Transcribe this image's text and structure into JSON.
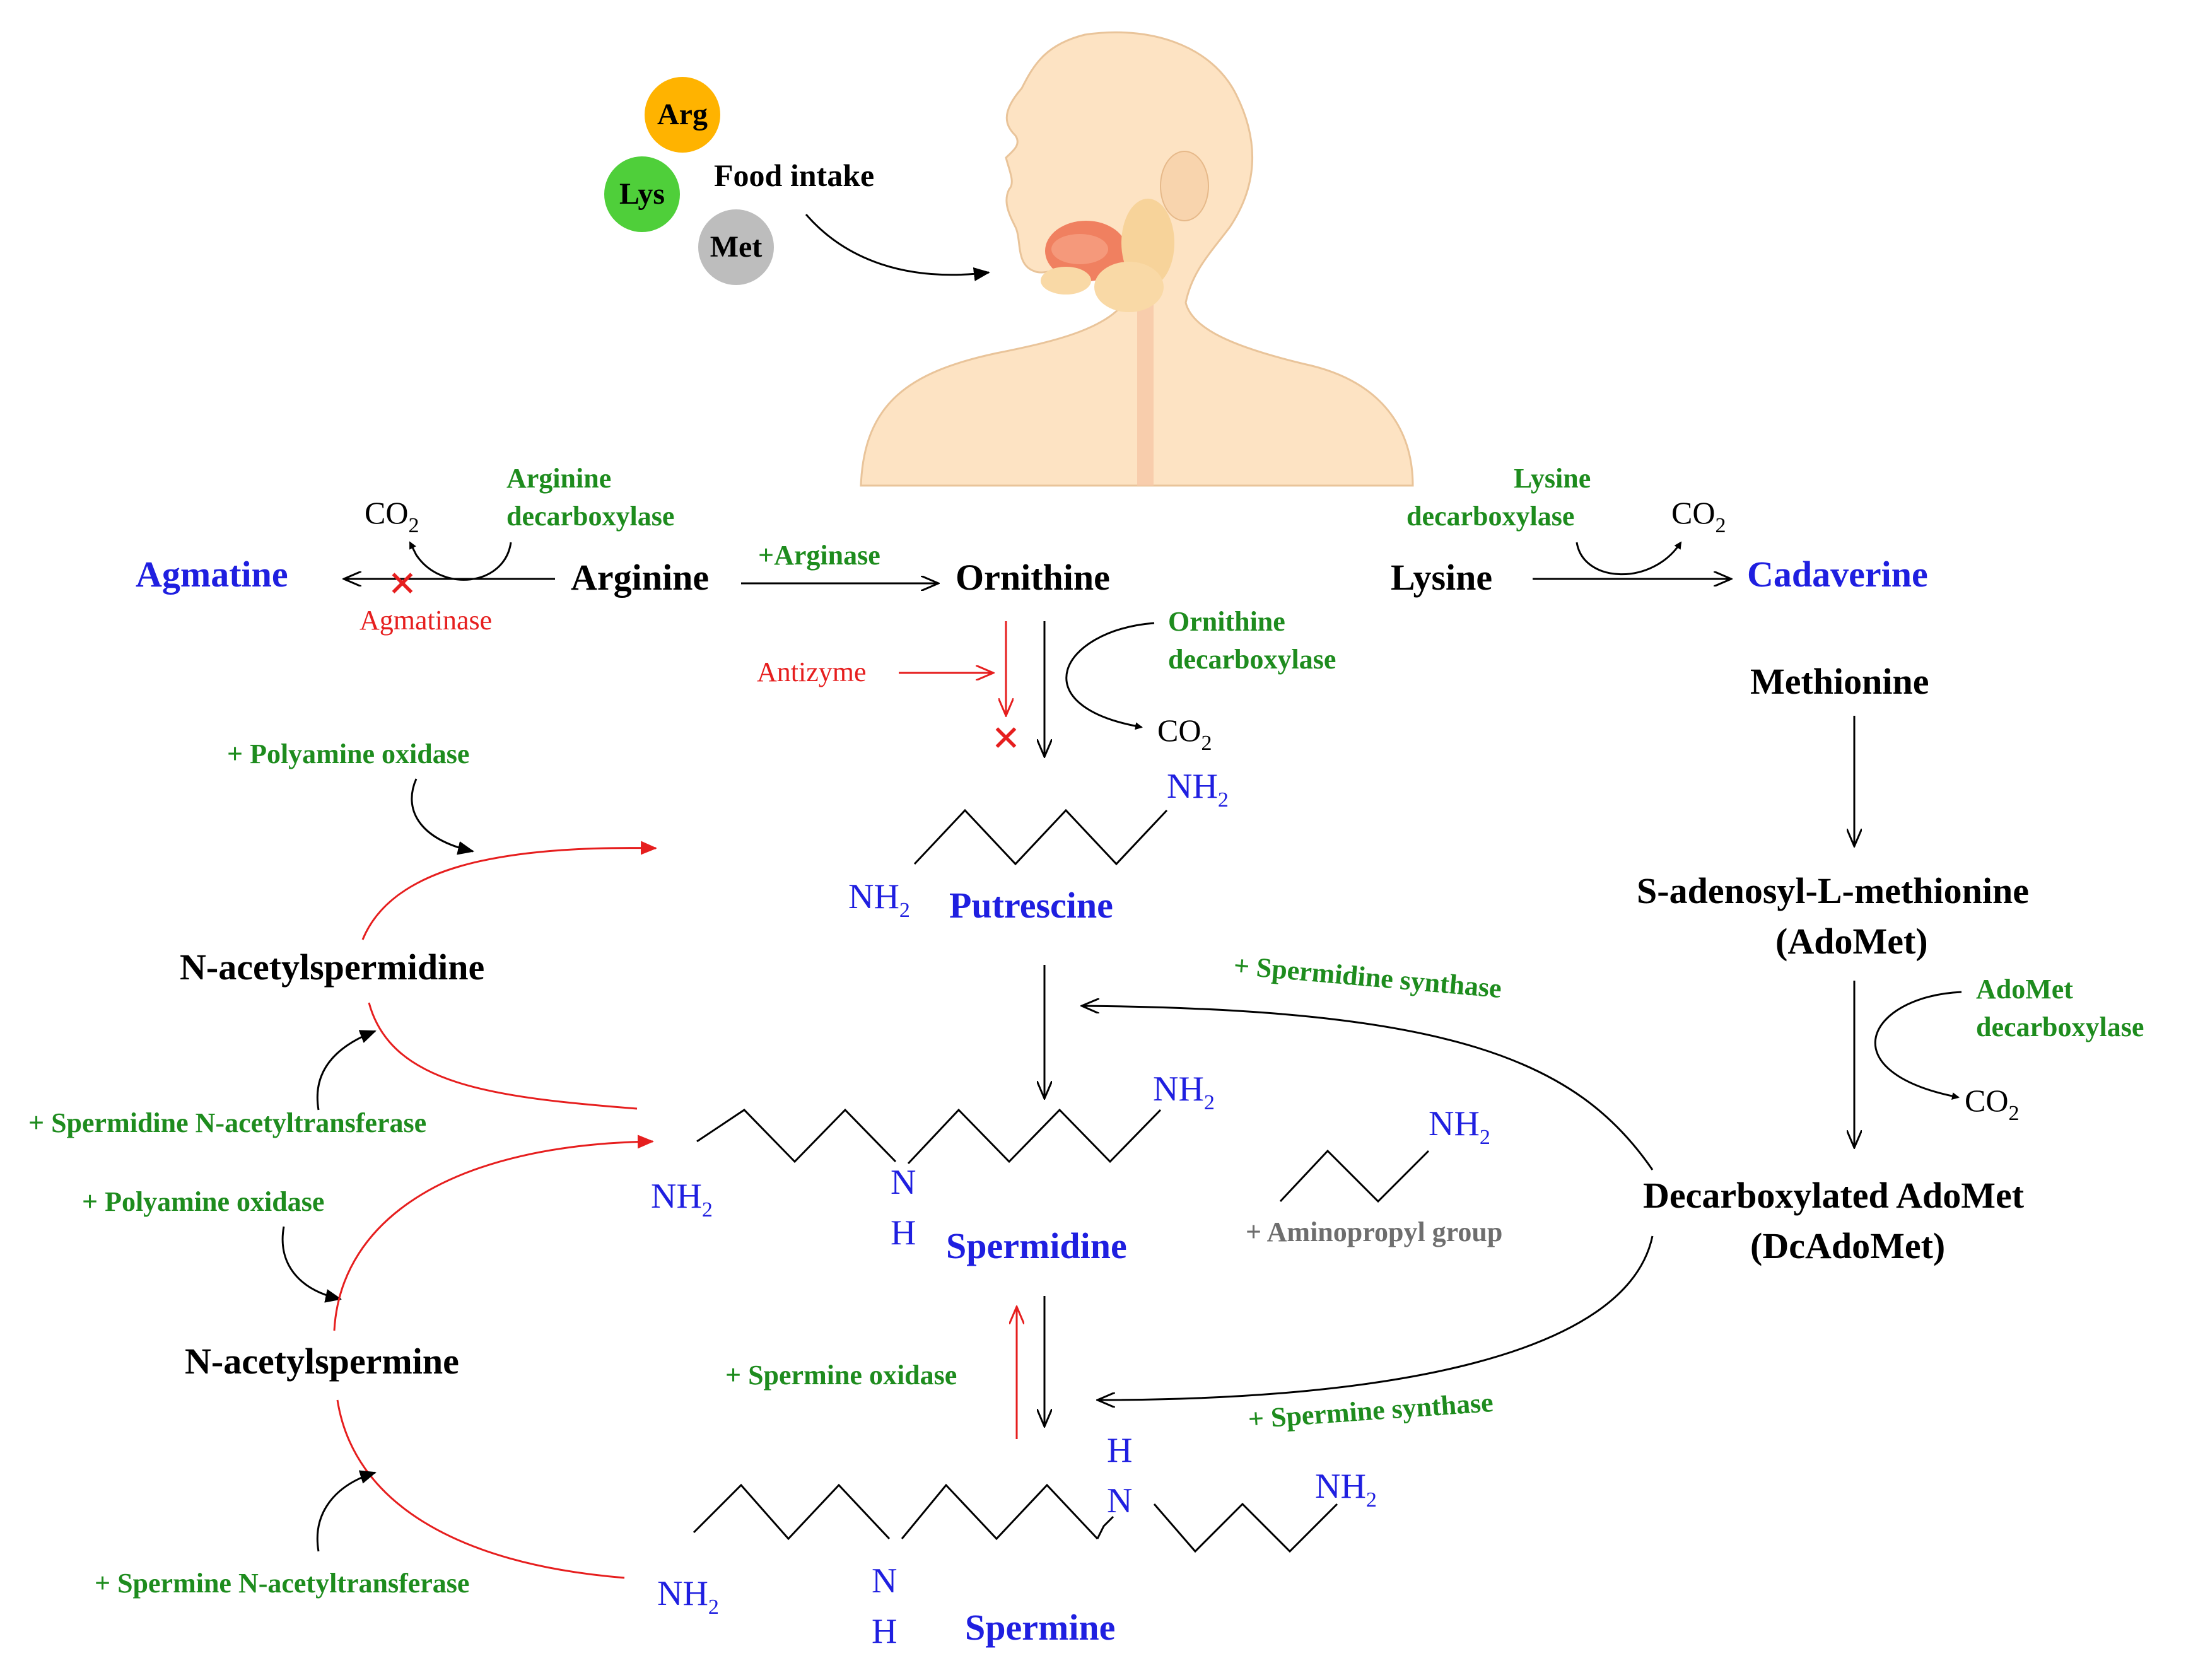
{
  "food": {
    "arg": "Arg",
    "lys": "Lys",
    "met": "Met",
    "food_intake": "Food intake"
  },
  "metabolites": {
    "agmatine": "Agmatine",
    "arginine": "Arginine",
    "ornithine": "Ornithine",
    "lysine": "Lysine",
    "cadaverine": "Cadaverine",
    "methionine": "Methionine",
    "adomet_line1": "S-adenosyl-L-methionine",
    "adomet_line2": "(AdoMet)",
    "dcadomet_line1": "Decarboxylated AdoMet",
    "dcadomet_line2": "(DcAdoMet)",
    "putrescine": "Putrescine",
    "spermidine": "Spermidine",
    "spermine": "Spermine",
    "n_acetylspermidine": "N-acetylspermidine",
    "n_acetylspermine": "N-acetylspermine"
  },
  "enzymes": {
    "arginine_decarboxylase_1": "Arginine",
    "arginine_decarboxylase_2": "decarboxylase",
    "arginase": "+Arginase",
    "lysine_decarboxylase_1": "Lysine",
    "lysine_decarboxylase_2": "decarboxylase",
    "ornithine_decarboxylase_1": "Ornithine",
    "ornithine_decarboxylase_2": "decarboxylase",
    "adomet_decarboxylase_1": "AdoMet",
    "adomet_decarboxylase_2": "decarboxylase",
    "polyamine_oxidase_top": "+ Polyamine oxidase",
    "spermidine_n_acetyltransferase": "+ Spermidine N-acetyltransferase",
    "polyamine_oxidase_mid": "+ Polyamine oxidase",
    "spermine_n_acetyltransferase": "+ Spermine N-acetyltransferase",
    "spermidine_synthase": "+ Spermidine synthase",
    "spermine_synthase": "+ Spermine synthase",
    "spermine_oxidase": "+ Spermine oxidase"
  },
  "inhibitors": {
    "agmatinase": "Agmatinase",
    "antizyme": "Antizyme"
  },
  "chem": {
    "co2_main": "CO",
    "co2_sub": "2",
    "nh2_main": "NH",
    "nh2_sub": "2",
    "n": "N",
    "h": "H",
    "aminopropyl": "+ Aminopropyl group"
  },
  "colors": {
    "metabolite_blue": "#1f1fe0",
    "enzyme_green": "#1e8c1e",
    "inhibit_red": "#e61e1e",
    "arg_circle": "#ffb300",
    "lys_circle": "#4fcf3a",
    "met_circle": "#bdbdbd",
    "skin": "#fde3c3",
    "salivary": "#f08060",
    "gland": "#f7d39a"
  }
}
